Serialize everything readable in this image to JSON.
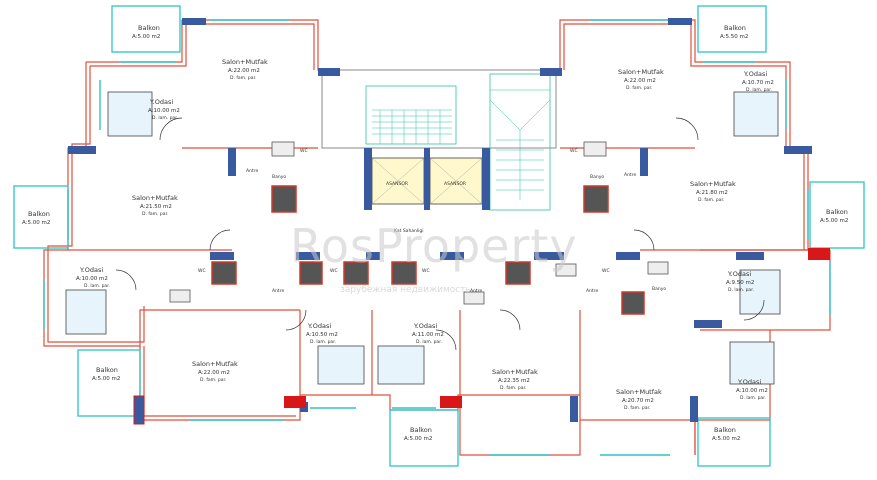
{
  "watermark": {
    "brand": "RosProperty",
    "tagline": "зарубежная недвижимость"
  },
  "rooms": {
    "balkon_tl": {
      "name": "Balkon",
      "area": "A:5.00 m2"
    },
    "salon_tl": {
      "name": "Salon+Mutfak",
      "area": "A:22.00 m2",
      "floor": "D. fam. par."
    },
    "yodasi_tl": {
      "name": "Y.Odasi",
      "area": "A:10.00 m2",
      "floor": "D. lam. par."
    },
    "salon_ml": {
      "name": "Salon+Mutfak",
      "area": "A:21.50 m2",
      "floor": "D. fam. par."
    },
    "balkon_ml": {
      "name": "Balkon",
      "area": "A:5.00 m2"
    },
    "yodasi_ml": {
      "name": "Y.Odasi",
      "area": "A:10.00 m2",
      "floor": "D. lam. par."
    },
    "balkon_bl": {
      "name": "Balkon",
      "area": "A:5.00 m2"
    },
    "salon_bl": {
      "name": "Salon+Mutfak",
      "area": "A:22.00 m2",
      "floor": "D. fam. par."
    },
    "yodasi_bc1": {
      "name": "Y.Odasi",
      "area": "A:10.50 m2",
      "floor": "D. lam. par."
    },
    "yodasi_bc2": {
      "name": "Y.Odasi",
      "area": "A:11.00 m2",
      "floor": "D. lam. par."
    },
    "balkon_bc": {
      "name": "Balkon",
      "area": "A:5.00 m2"
    },
    "salon_bc": {
      "name": "Salon+Mutfak",
      "area": "A:22.35 m2",
      "floor": "D. fam. par."
    },
    "salon_br": {
      "name": "Salon+Mutfak",
      "area": "A:20.70 m2",
      "floor": "D. fam. par."
    },
    "balkon_br": {
      "name": "Balkon",
      "area": "A:5.00 m2"
    },
    "yodasi_br": {
      "name": "Y.Odasi",
      "area": "A:10.00 m2",
      "floor": "D. lam. par."
    },
    "yodasi_mr": {
      "name": "Y.Odasi",
      "area": "A:9.50 m2",
      "floor": "D. lam. par."
    },
    "salon_mr": {
      "name": "Salon+Mutfak",
      "area": "A:21.80 m2",
      "floor": "D. fam. par."
    },
    "balkon_mr": {
      "name": "Balkon",
      "area": "A:5.00 m2"
    },
    "salon_tr": {
      "name": "Salon+Mutfak",
      "area": "A:22.00 m2",
      "floor": "D. fam. par."
    },
    "yodasi_tr": {
      "name": "Y.Odasi",
      "area": "A:10.70 m2",
      "floor": "D. lam. par."
    },
    "balkon_tr": {
      "name": "Balkon",
      "area": "A:5.50 m2"
    }
  },
  "small_labels": {
    "banyo": "Banyo",
    "wc": "WC",
    "antre": "Antre",
    "elevator": "ASANSOR",
    "stair_landing": "Kat Sahanligi"
  }
}
